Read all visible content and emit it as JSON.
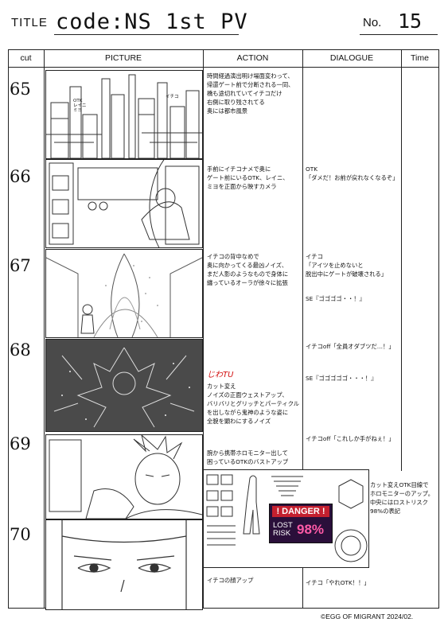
{
  "header": {
    "title_label": "TITLE",
    "title_value": "code:NS 1st PV",
    "no_label": "No.",
    "no_value": "15"
  },
  "columns": {
    "cut": "cut",
    "picture": "PICTURE",
    "action": "ACTION",
    "dialogue": "DIALOGUE",
    "time": "Time"
  },
  "cuts": [
    {
      "number": "65",
      "action": "時間経過演出明け場面変わって、\n帰還ゲート前で分断される一同、\n橋も途切れていてイチコだけ\n右側に取り残されてる\n奥には都市風景",
      "dialogue": "",
      "picture_labels": [
        "OTK\nレイニ\nミヨ",
        "イチコ"
      ]
    },
    {
      "number": "66",
      "action": "手前にイチコナメで奥に\nゲート前にいるOTK、レイニ、\nミヨを正面から映すカメラ",
      "dialogue": "OTK\n「ダメだ！お前が戻れなくなるぞ」"
    },
    {
      "number": "67",
      "action": "イチコの背中なめで\n奥に向かってくる最凶ノイズ、\nまだ人影のようなもので身体に\n纏っているオーラが徐々に拡張",
      "dialogue": "イチコ\n「アイツを止めないと\n脱出中にゲートが破壊される」",
      "se": "SE『ゴゴゴゴ・・！』"
    },
    {
      "number": "68",
      "action_note": "じわTU",
      "action": "カット変え\nノイズの正面ウェストアップ、\nバリバリとグリッチとパーティクル\nを出しながら鬼神のような姿に\n全貌を顕わにするノイズ",
      "dialogue": "イチコoff「全員オダブツだ…！」",
      "se": "SE『ゴゴゴゴゴ・・・！』"
    },
    {
      "number": "69",
      "action": "腕から携帯ホロモニター出して\n困っているOTKのバストアップ",
      "dialogue": "イチコoff「これしか手がねぇ！」",
      "side_note": "カット変えOTK目線で\nホロモニターのアップ。\n中央にはロストリスク\n98%の表記",
      "monitor": {
        "danger": "! DANGER !",
        "lost": "LOST\nRISK",
        "percent": "98%"
      }
    },
    {
      "number": "70",
      "action": "イチコの顔アップ",
      "dialogue": "イチコ「やれOTK！！」"
    }
  ],
  "footer": {
    "copyright": "©EGG OF MIGRANT 2024/02."
  },
  "colors": {
    "line": "#222222",
    "note_red": "#d31313",
    "danger_red": "#c4202f",
    "danger_bg": "#2a0f3a",
    "percent_pink": "#ff5aa7"
  }
}
